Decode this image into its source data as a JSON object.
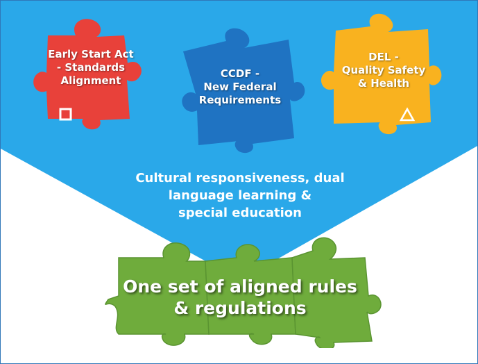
{
  "diagram": {
    "pieces": [
      {
        "lines": [
          "Early Start Act",
          "- Standards",
          "Alignment"
        ],
        "color": "#e8413a",
        "icon": "square-outline-icon"
      },
      {
        "lines": [
          "CCDF -",
          "New Federal",
          "Requirements"
        ],
        "color": "#1f73c2"
      },
      {
        "lines": [
          "DEL -",
          "Quality Safety",
          "& Health"
        ],
        "color": "#f9b21f",
        "icon": "triangle-outline-icon"
      }
    ],
    "funnel_text": [
      "Cultural responsiveness, dual",
      "language learning &",
      "special education"
    ],
    "result_text": [
      "One set of aligned rules",
      "& regulations"
    ],
    "colors": {
      "funnel": "#2aa8e9",
      "result_piece": "#6fac3c",
      "border": "#2f77b8"
    }
  }
}
